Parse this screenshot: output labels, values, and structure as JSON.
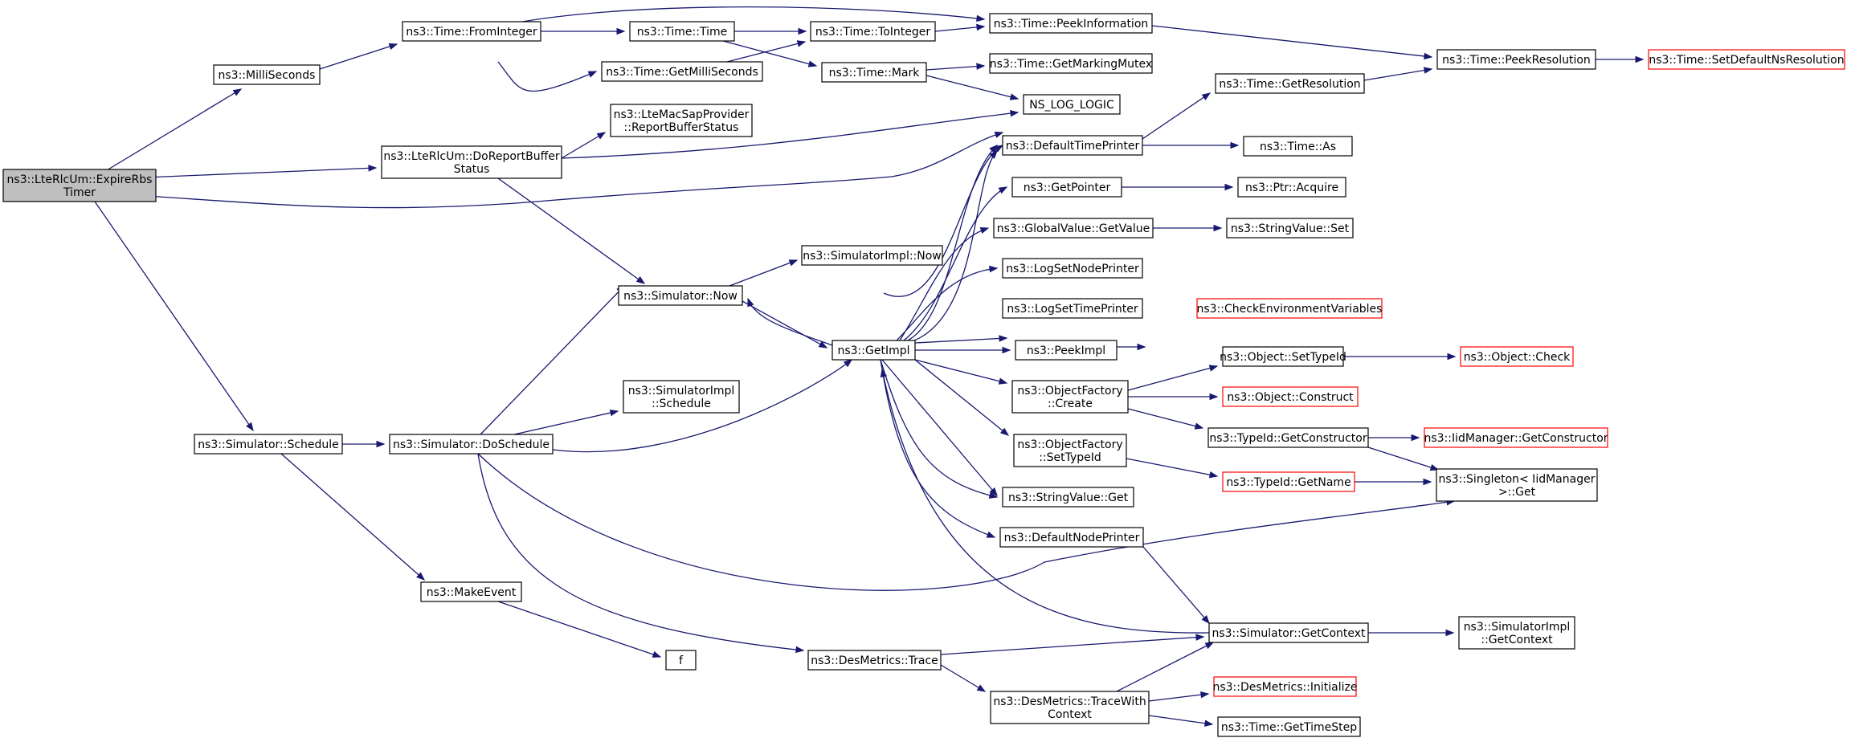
{
  "graph": {
    "colors": {
      "edge": "#191970",
      "border": "#000000",
      "truncated_border": "#ff0000",
      "root_fill": "#bfbfbf"
    },
    "nodes": [
      {
        "id": "root",
        "lines": [
          "ns3::LteRlcUm::ExpireRbs",
          "Timer"
        ],
        "root": true
      },
      {
        "id": "millis",
        "lines": [
          "ns3::MilliSeconds"
        ]
      },
      {
        "id": "frominteger",
        "lines": [
          "ns3::Time::FromInteger"
        ]
      },
      {
        "id": "timetime",
        "lines": [
          "ns3::Time::Time"
        ]
      },
      {
        "id": "tointeger",
        "lines": [
          "ns3::Time::ToInteger"
        ]
      },
      {
        "id": "peekinfo",
        "lines": [
          "ns3::Time::PeekInformation"
        ]
      },
      {
        "id": "peekres",
        "lines": [
          "ns3::Time::PeekResolution"
        ]
      },
      {
        "id": "setdefres",
        "lines": [
          "ns3::Time::SetDefaultNsResolution"
        ],
        "red": true
      },
      {
        "id": "getms",
        "lines": [
          "ns3::Time::GetMilliSeconds"
        ]
      },
      {
        "id": "mark",
        "lines": [
          "ns3::Time::Mark"
        ]
      },
      {
        "id": "markmutex",
        "lines": [
          "ns3::Time::GetMarkingMutex"
        ]
      },
      {
        "id": "nslog",
        "lines": [
          "NS_LOG_LOGIC"
        ]
      },
      {
        "id": "getres",
        "lines": [
          "ns3::Time::GetResolution"
        ]
      },
      {
        "id": "reportbuf",
        "lines": [
          "ns3::LteMacSapProvider",
          "::ReportBufferStatus"
        ]
      },
      {
        "id": "doreport",
        "lines": [
          "ns3::LteRlcUm::DoReportBuffer",
          "Status"
        ]
      },
      {
        "id": "deftimeprinter",
        "lines": [
          "ns3::DefaultTimePrinter"
        ]
      },
      {
        "id": "timeas",
        "lines": [
          "ns3::Time::As"
        ]
      },
      {
        "id": "getpointer",
        "lines": [
          "ns3::GetPointer"
        ]
      },
      {
        "id": "ptracquire",
        "lines": [
          "ns3::Ptr::Acquire"
        ]
      },
      {
        "id": "gvgetvalue",
        "lines": [
          "ns3::GlobalValue::GetValue"
        ]
      },
      {
        "id": "svset",
        "lines": [
          "ns3::StringValue::Set"
        ]
      },
      {
        "id": "simimplnow",
        "lines": [
          "ns3::SimulatorImpl::Now"
        ]
      },
      {
        "id": "simnow",
        "lines": [
          "ns3::Simulator::Now"
        ]
      },
      {
        "id": "logsetnode",
        "lines": [
          "ns3::LogSetNodePrinter"
        ]
      },
      {
        "id": "logsettime",
        "lines": [
          "ns3::LogSetTimePrinter"
        ]
      },
      {
        "id": "checkenv",
        "lines": [
          "ns3::CheckEnvironmentVariables"
        ],
        "red": true
      },
      {
        "id": "getimpl",
        "lines": [
          "ns3::GetImpl"
        ]
      },
      {
        "id": "peekimpl",
        "lines": [
          "ns3::PeekImpl"
        ]
      },
      {
        "id": "setsettypeid",
        "lines": [
          "ns3::Object::SetTypeId"
        ]
      },
      {
        "id": "objcheck",
        "lines": [
          "ns3::Object::Check"
        ],
        "red": true
      },
      {
        "id": "ofcreate",
        "lines": [
          "ns3::ObjectFactory",
          "::Create"
        ]
      },
      {
        "id": "objconstruct",
        "lines": [
          "ns3::Object::Construct"
        ],
        "red": true
      },
      {
        "id": "simimplsched",
        "lines": [
          "ns3::SimulatorImpl",
          "::Schedule"
        ]
      },
      {
        "id": "schedule",
        "lines": [
          "ns3::Simulator::Schedule"
        ]
      },
      {
        "id": "doschedule",
        "lines": [
          "ns3::Simulator::DoSchedule"
        ]
      },
      {
        "id": "getconstructor",
        "lines": [
          "ns3::TypeId::GetConstructor"
        ]
      },
      {
        "id": "iidgetcons",
        "lines": [
          "ns3::IidManager::GetConstructor"
        ],
        "red": true
      },
      {
        "id": "ofsettypeid",
        "lines": [
          "ns3::ObjectFactory",
          "::SetTypeId"
        ]
      },
      {
        "id": "typeidgetname",
        "lines": [
          "ns3::TypeId::GetName"
        ],
        "red": true
      },
      {
        "id": "singletonget",
        "lines": [
          "ns3::Singleton< IidManager",
          " >::Get"
        ]
      },
      {
        "id": "svget",
        "lines": [
          "ns3::StringValue::Get"
        ]
      },
      {
        "id": "defnodeprinter",
        "lines": [
          "ns3::DefaultNodePrinter"
        ]
      },
      {
        "id": "makeevent",
        "lines": [
          "ns3::MakeEvent"
        ]
      },
      {
        "id": "f",
        "lines": [
          "f"
        ]
      },
      {
        "id": "simgetctx",
        "lines": [
          "ns3::Simulator::GetContext"
        ]
      },
      {
        "id": "simimplgetctx",
        "lines": [
          "ns3::SimulatorImpl",
          "::GetContext"
        ]
      },
      {
        "id": "destrace",
        "lines": [
          "ns3::DesMetrics::Trace"
        ]
      },
      {
        "id": "destracectx",
        "lines": [
          "ns3::DesMetrics::TraceWith",
          "Context"
        ]
      },
      {
        "id": "desinit",
        "lines": [
          "ns3::DesMetrics::Initialize"
        ],
        "red": true
      },
      {
        "id": "gettimestep",
        "lines": [
          "ns3::Time::GetTimeStep"
        ]
      }
    ]
  }
}
